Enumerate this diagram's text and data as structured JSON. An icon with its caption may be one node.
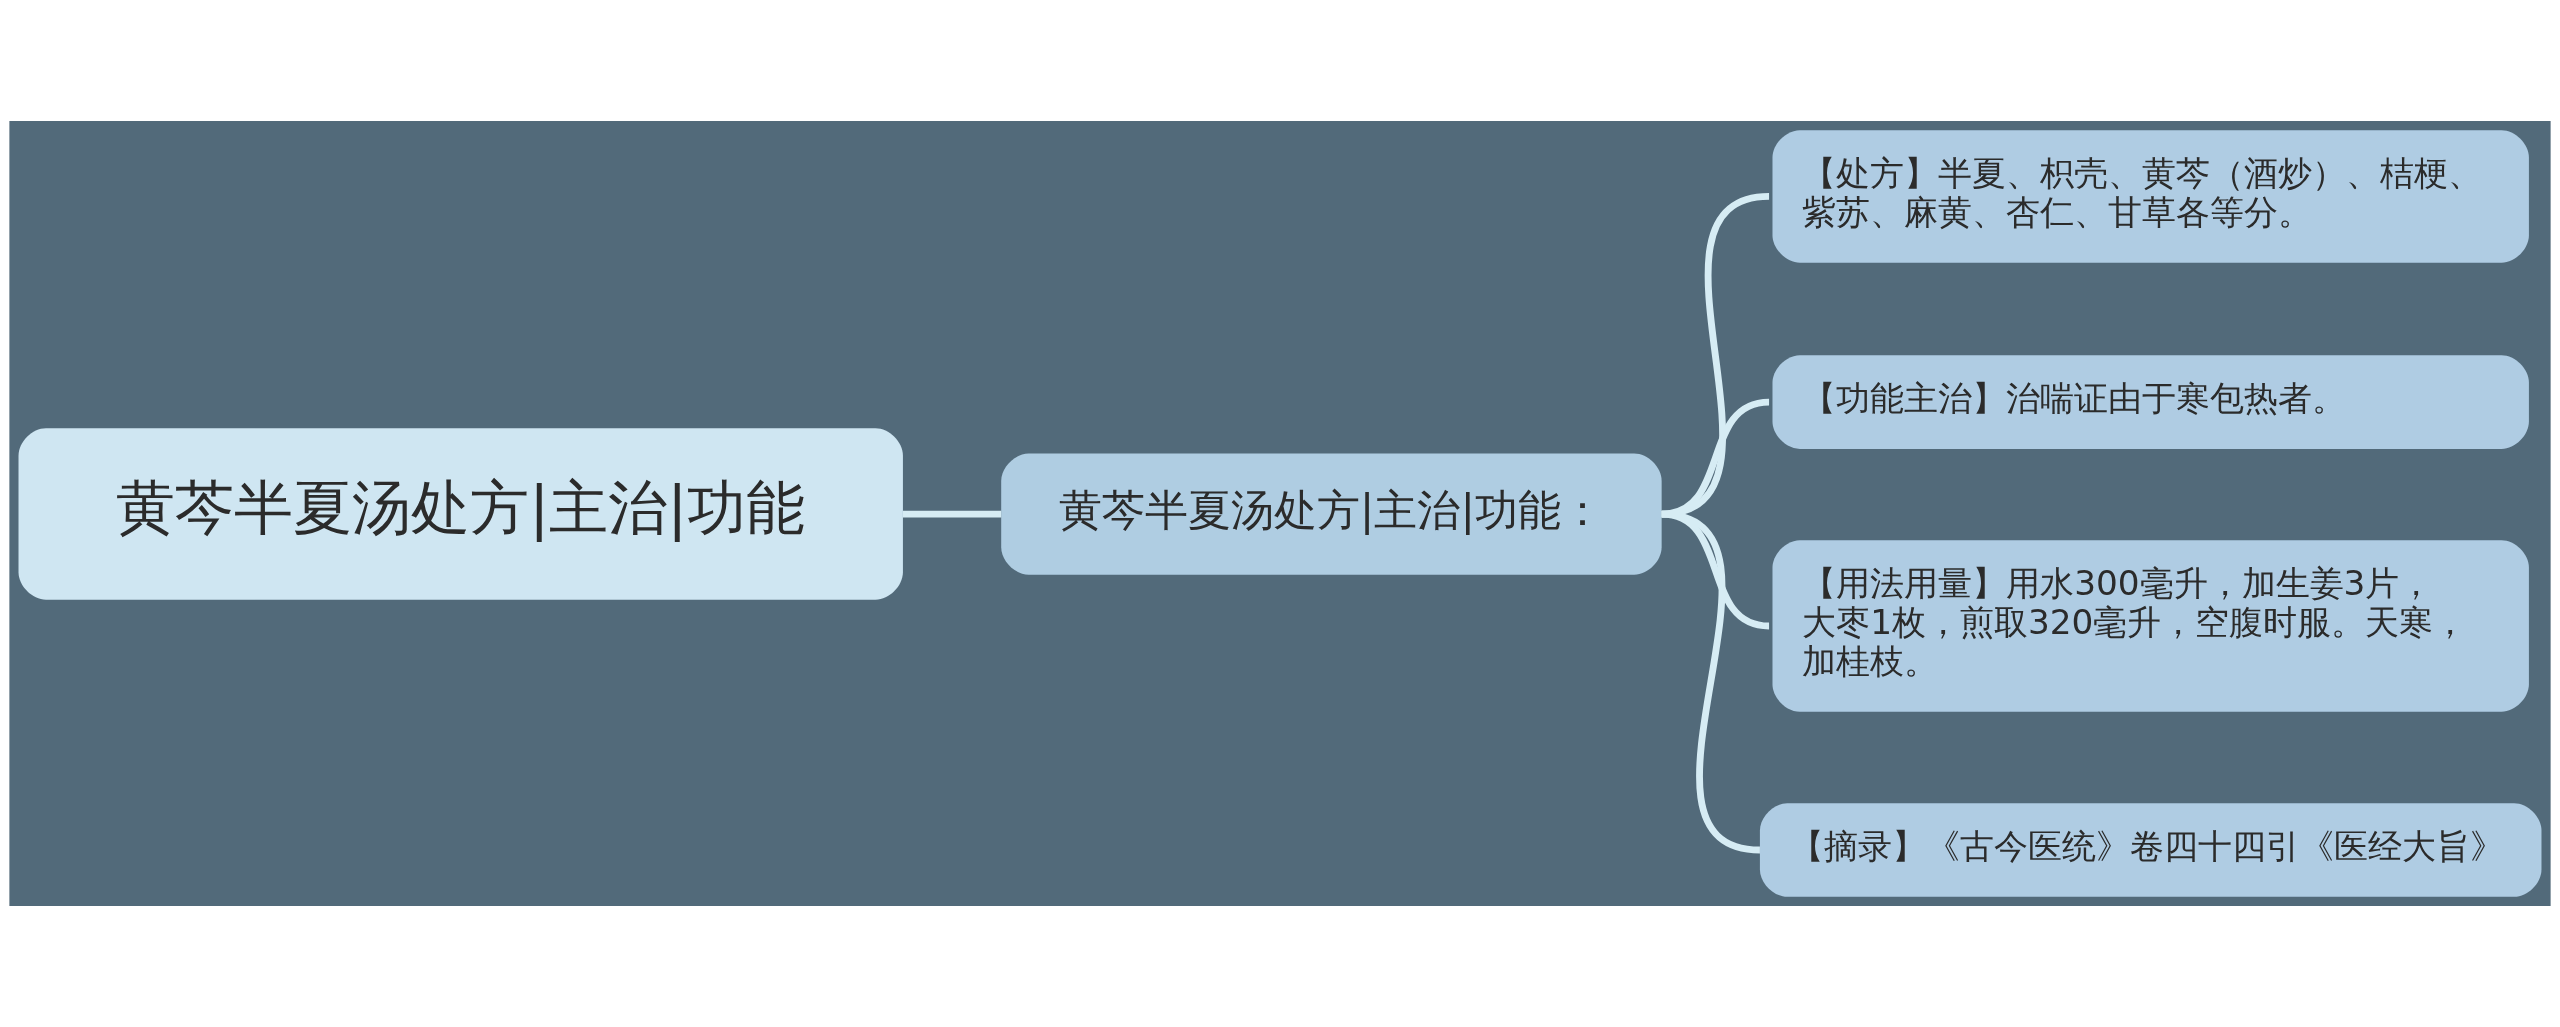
{
  "diagram": {
    "nodes": [
      {
        "text": [
          "黄芩半夏汤处方|主治|功能"
        ]
      },
      {
        "text": [
          "黄芩半夏汤处方|主治|功能："
        ]
      },
      {
        "text": [
          "【处方】半夏、枳壳、黄芩（酒炒）、桔梗、紫苏、麻黄、杏仁、甘草各等分。"
        ]
      },
      {
        "text": [
          "【功能主治】治喘证由于寒包热者。"
        ]
      },
      {
        "text": [
          "【用法用量】用水300毫升，加生姜3片，大枣1枚，煎取320毫升，空腹时服。天寒，加桂枝。"
        ]
      },
      {
        "text": [
          "【摘录】《古今医统》卷四十四引《医经大旨》"
        ]
      }
    ],
    "edges": [
      {
        "from": 0,
        "to": 1,
        "arrow": "none"
      },
      {
        "from": 1,
        "to": 2,
        "arrow": "none"
      },
      {
        "from": 1,
        "to": 3,
        "arrow": "none"
      },
      {
        "from": 1,
        "to": 4,
        "arrow": "none"
      },
      {
        "from": 1,
        "to": 5,
        "arrow": "none"
      }
    ]
  }
}
